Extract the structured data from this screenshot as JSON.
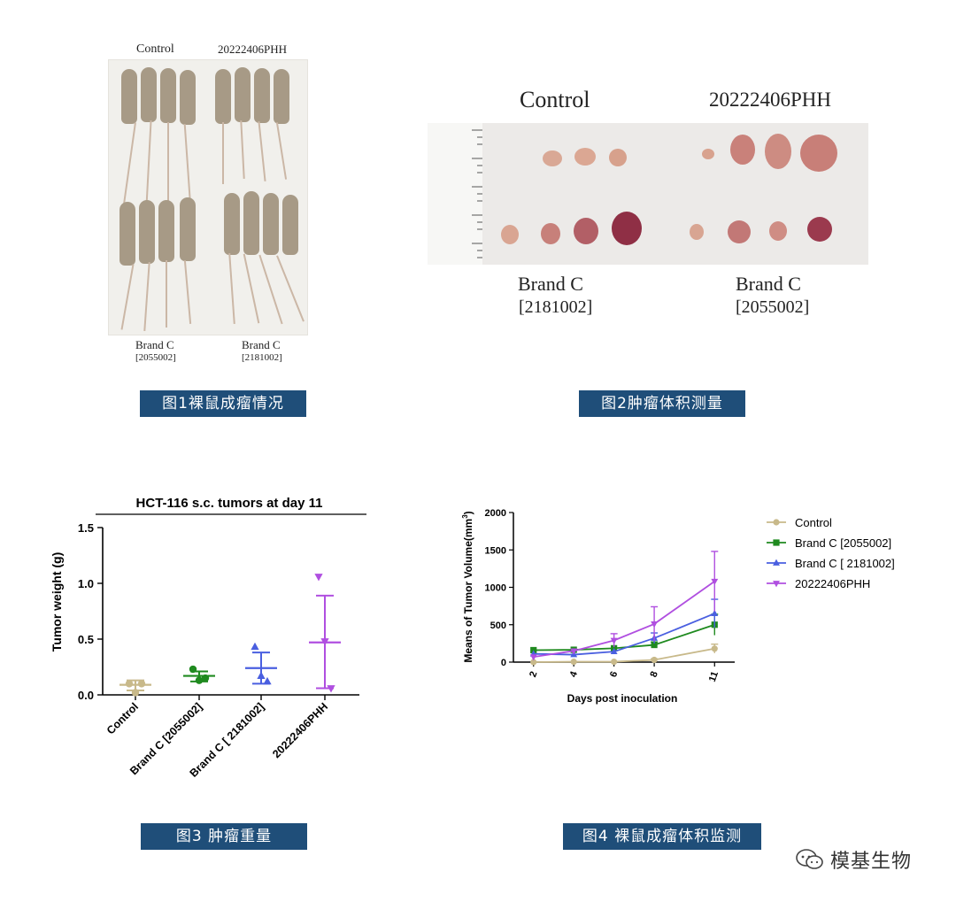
{
  "figure1": {
    "label_top_left": "Control",
    "label_top_right": "20222406PHH",
    "label_bottom_left_name": "Brand C",
    "label_bottom_left_code": "[2055002]",
    "label_bottom_right_name": "Brand C",
    "label_bottom_right_code": "[2181002]",
    "caption": "图1裸鼠成瘤情况"
  },
  "figure2": {
    "label_top_left": "Control",
    "label_top_right": "20222406PHH",
    "label_bottom_left_name": "Brand C",
    "label_bottom_left_code": "[2181002]",
    "label_bottom_right_name": "Brand C",
    "label_bottom_right_code": "[2055002]",
    "caption": "图2肿瘤体积测量"
  },
  "figure3": {
    "caption": "图3  肿瘤重量"
  },
  "figure4": {
    "caption": "图4  裸鼠成瘤体积监测"
  },
  "watermark": "模基生物",
  "colors": {
    "control": "#c8b98a",
    "brand_c_2055002": "#1f8a1f",
    "brand_c_2181002": "#4a5fe0",
    "phh": "#b04fe0",
    "caption_bg": "#1f4e79"
  },
  "chart_data": [
    {
      "type": "scatter",
      "title": "HCT-116 s.c. tumors at day 11",
      "xlabel": "",
      "ylabel": "Tumor weight (g)",
      "ylim": [
        0,
        1.5
      ],
      "yticks": [
        "0.0",
        "0.5",
        "1.0",
        "1.5"
      ],
      "categories": [
        "Control",
        "Brand C [2055002]",
        "Brand C [ 2181002]",
        "20222406PHH"
      ],
      "markers": [
        "circle",
        "circle",
        "triangle",
        "triangle-down"
      ],
      "points": [
        [
          0.1,
          0.02,
          0.1
        ],
        [
          0.23,
          0.13,
          0.15
        ],
        [
          0.43,
          0.17,
          0.12
        ],
        [
          1.06,
          0.48,
          0.06
        ]
      ],
      "mean": [
        0.09,
        0.17,
        0.24,
        0.47
      ],
      "error_low": [
        0.04,
        0.12,
        0.1,
        0.06
      ],
      "error_high": [
        0.13,
        0.21,
        0.38,
        0.89
      ]
    },
    {
      "type": "line",
      "title": "",
      "xlabel": "Days post inoculation",
      "ylabel": "Means of Tumor Volume(mm",
      "ylabel_superscript": "3",
      "ylabel_end": ")",
      "x": [
        2,
        4,
        6,
        8,
        11
      ],
      "xlim": [
        1,
        12
      ],
      "ylim": [
        0,
        2000
      ],
      "yticks": [
        "0",
        "500",
        "1000",
        "1500",
        "2000"
      ],
      "legend_position": "right",
      "series": [
        {
          "name": "Control",
          "marker": "circle",
          "values": [
            0,
            5,
            5,
            30,
            180
          ],
          "error": [
            0,
            0,
            0,
            15,
            60
          ]
        },
        {
          "name": "Brand C [2055002]",
          "marker": "square",
          "values": [
            160,
            165,
            185,
            230,
            500
          ],
          "error": [
            0,
            0,
            0,
            40,
            140
          ]
        },
        {
          "name": "Brand C [ 2181002]",
          "marker": "triangle",
          "values": [
            110,
            100,
            140,
            320,
            650
          ],
          "error": [
            0,
            0,
            0,
            70,
            190
          ]
        },
        {
          "name": "20222406PHH",
          "marker": "triangle-down",
          "values": [
            70,
            150,
            290,
            510,
            1080
          ],
          "error": [
            0,
            0,
            90,
            230,
            400
          ]
        }
      ]
    }
  ]
}
